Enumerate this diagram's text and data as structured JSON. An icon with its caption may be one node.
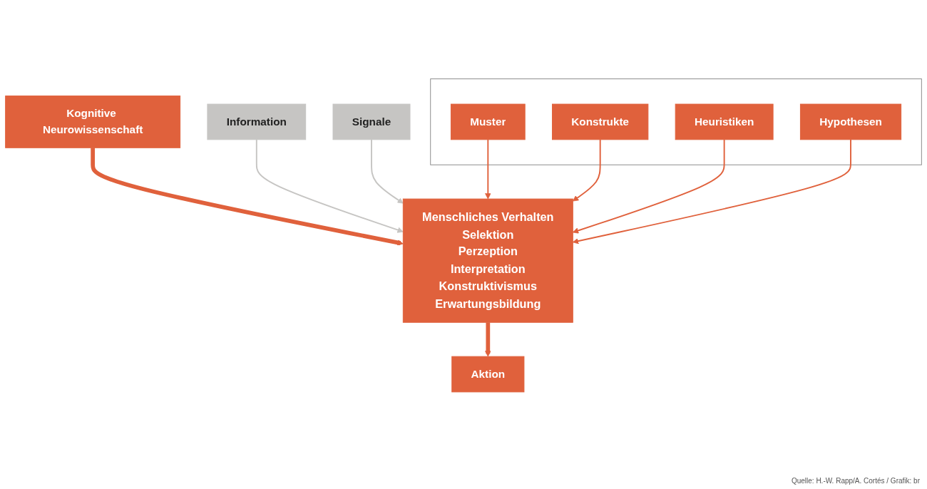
{
  "diagram": {
    "nodes": [
      {
        "text": [
          "Kognitive Neurowissenschaft"
        ]
      },
      {
        "text": [
          "Information"
        ]
      },
      {
        "text": [
          "Signale"
        ]
      },
      {
        "text": [
          "Menschliches Verhalten",
          "Selektion",
          "Perzeption",
          "Interpretation",
          "Konstruktivismus",
          "Erwartungsbildung"
        ]
      },
      {
        "text": [],
        "shape": "box"
      },
      {
        "text": [
          "Muster"
        ],
        "in": 4
      },
      {
        "text": [
          "Konstrukte"
        ],
        "in": 4
      },
      {
        "text": [
          "Heuristiken"
        ],
        "in": 4
      },
      {
        "text": [
          "Hypothesen"
        ],
        "in": 4
      },
      {
        "text": [
          "Aktion"
        ]
      }
    ],
    "edges": [
      {
        "from": 0,
        "to": 3,
        "arrow": "to",
        "style": "thick"
      },
      {
        "from": 1,
        "to": 3,
        "arrow": "to",
        "color": "#c6c5c3"
      },
      {
        "from": 2,
        "to": 3,
        "arrow": "to",
        "color": "#c6c5c3"
      },
      {
        "from": 5,
        "to": 3,
        "arrow": "to"
      },
      {
        "from": 6,
        "to": 3,
        "arrow": "to"
      },
      {
        "from": 7,
        "to": 3,
        "arrow": "to"
      },
      {
        "from": 8,
        "to": 3,
        "arrow": "to"
      },
      {
        "from": 3,
        "to": 9,
        "arrow": "to",
        "style": "thick"
      }
    ],
    "labels": [
      "Quelle: H.-W. Rapp/A. Cortés / Grafik: br"
    ]
  }
}
